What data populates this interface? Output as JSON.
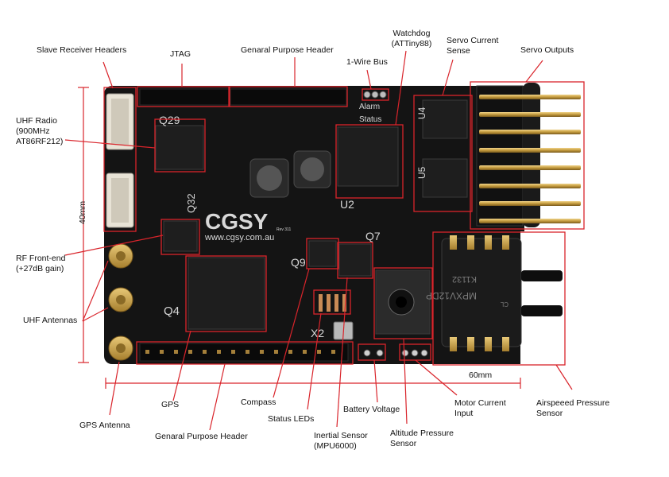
{
  "diagram": {
    "annotations": {
      "slave_receiver_headers": "Slave Receiver Headers",
      "jtag": "JTAG",
      "general_purpose_header_top": "Genaral Purpose Header",
      "one_wire_bus": "1-Wire Bus",
      "watchdog_line1": "Watchdog",
      "watchdog_line2": "(ATTiny88)",
      "servo_current_sense_line1": "Servo Current",
      "servo_current_sense_line2": "Sense",
      "servo_outputs": "Servo Outputs",
      "uhf_radio_line1": "UHF Radio",
      "uhf_radio_line2": "(900MHz",
      "uhf_radio_line3": "AT86RF212)",
      "rf_frontend_line1": "RF Front-end",
      "rf_frontend_line2": "(+27dB gain)",
      "uhf_antennas": "UHF Antennas",
      "gps_antenna": "GPS Antenna",
      "gps": "GPS",
      "general_purpose_header_bottom": "Genaral Purpose Header",
      "compass": "Compass",
      "status_leds": "Status LEDs",
      "inertial_sensor_line1": "Inertial Sensor",
      "inertial_sensor_line2": "(MPU6000)",
      "battery_voltage": "Battery Voltage",
      "altitude_pressure_line1": "Altitude Pressure",
      "altitude_pressure_line2": "Sensor",
      "motor_current_line1": "Motor Current",
      "motor_current_line2": "Input",
      "airspeed_pressure_line1": "Airspeeed Pressure",
      "airspeed_pressure_line2": "Sensor"
    },
    "dimensions": {
      "height": "40mm",
      "width": "60mm"
    },
    "board_silkscreen": {
      "brand": "CGSY",
      "website": "www.cgsy.com.au",
      "rev": "Rev 311",
      "alarm": "Alarm",
      "status": "Status",
      "q29": "Q29",
      "q32": "Q32",
      "q4": "Q4",
      "q9": "Q9",
      "q7": "Q7",
      "u2": "U2",
      "u4": "U4",
      "u5": "U5",
      "x2": "X2",
      "sensor_text1": "MPXV12DP",
      "sensor_text2": "K1132",
      "sensor_text3": "CL"
    },
    "colors": {
      "callout": "#d9242b",
      "pcb": "#141414",
      "pin_gold": "#c9a24a",
      "dimension_line": "#d9242b"
    }
  }
}
